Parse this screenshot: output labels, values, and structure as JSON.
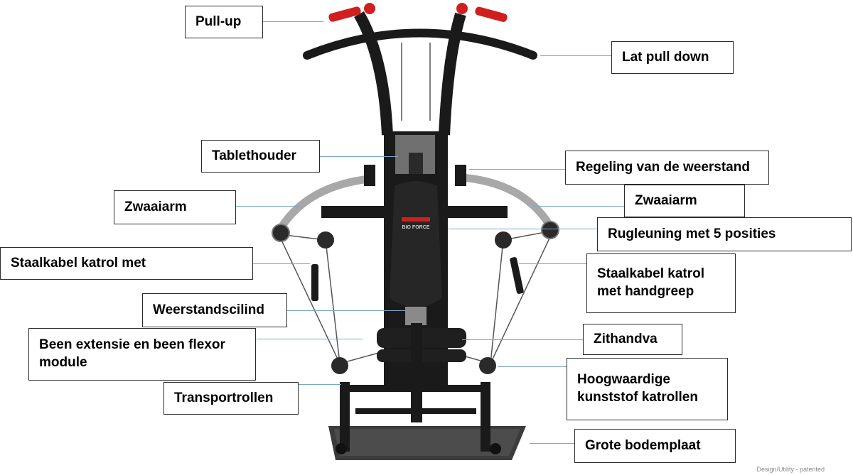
{
  "labels": {
    "pull_up": "Pull-up",
    "lat_pull_down": "Lat pull down",
    "tablethouder": "Tablethouder",
    "regeling_weerstand": "Regeling van de weerstand",
    "zwaaiarm_left": "Zwaaiarm",
    "zwaaiarm_right": "Zwaaiarm",
    "rugleuning": "Rugleuning met 5 posities",
    "staalkabel_left": "Staalkabel katrol met",
    "staalkabel_right": "Staalkabel katrol met handgreep",
    "weerstandscilinder": "Weerstandscilind",
    "zithandvat": "Zithandva",
    "been_extensie": "Been extensie en been flexor module",
    "transportrollen": "Transportrollen",
    "hoogwaardige": "Hoogwaardige kunststof katrollen",
    "bodemplaat": "Grote bodemplaat"
  },
  "machine": {
    "brand_text": "BIO FORCE"
  },
  "footnote": "Design/Utility - patented",
  "colors": {
    "frame": "#1a1a1a",
    "accent_red": "#d11f1f",
    "arm_silver": "#a8a8a8",
    "connector": "#7ba7c9",
    "plate": "#3c3c3c"
  }
}
